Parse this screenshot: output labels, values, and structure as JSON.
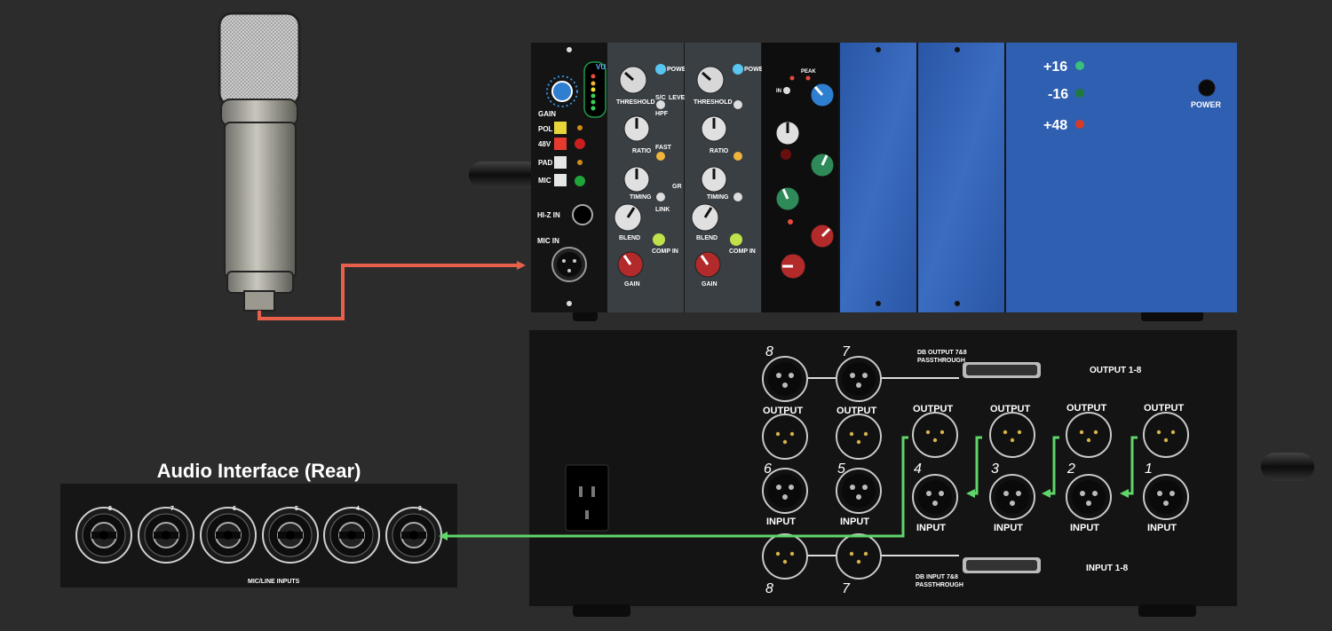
{
  "interface": {
    "title": "Audio Interface (Rear)",
    "inputs_label": "MIC/LINE INPUTS",
    "channels": [
      "8",
      "7",
      "6",
      "5",
      "4",
      "3"
    ]
  },
  "preamp": {
    "vu_label": "VU",
    "gain_label": "GAIN",
    "pol_label": "POL",
    "phantom_label": "48V",
    "pad_label": "PAD",
    "mic_label": "MIC",
    "hiz_label": "HI-Z IN",
    "micin_label": "MIC IN"
  },
  "compressor": {
    "power_label": "POWER",
    "threshold_label": "THRESHOLD",
    "sc_label": "S/C",
    "hpf_label": "HPF",
    "level_label": "LEVEL",
    "ratio_label": "RATIO",
    "fast_label": "FAST",
    "timing_label": "TIMING",
    "link_label": "LINK",
    "gr_label": "GR",
    "blend_label": "BLEND",
    "comp_in_label": "COMP IN",
    "gain_label": "GAIN"
  },
  "eq": {
    "peak_label": "PEAK",
    "in_label": "IN"
  },
  "power_unit": {
    "plus16": "+16",
    "minus16": "-16",
    "plus48": "+48",
    "power_label": "POWER"
  },
  "rear": {
    "output_label": "OUTPUT",
    "input_label": "INPUT",
    "db_output_label": "DB OUTPUT 7&8",
    "db_input_label": "DB INPUT 7&8",
    "passthrough_label": "PASSTHROUGH",
    "output_range": "OUTPUT 1-8",
    "input_range": "INPUT 1-8",
    "top_numbers": [
      "8",
      "7"
    ],
    "mid_numbers": [
      "6",
      "5",
      "4",
      "3",
      "2",
      "1"
    ],
    "bottom_numbers": [
      "8",
      "7"
    ]
  },
  "colors": {
    "mic_cable": "#e8604c",
    "line_cable": "#5fd56a",
    "rack_blue": "#2f5fb0"
  }
}
